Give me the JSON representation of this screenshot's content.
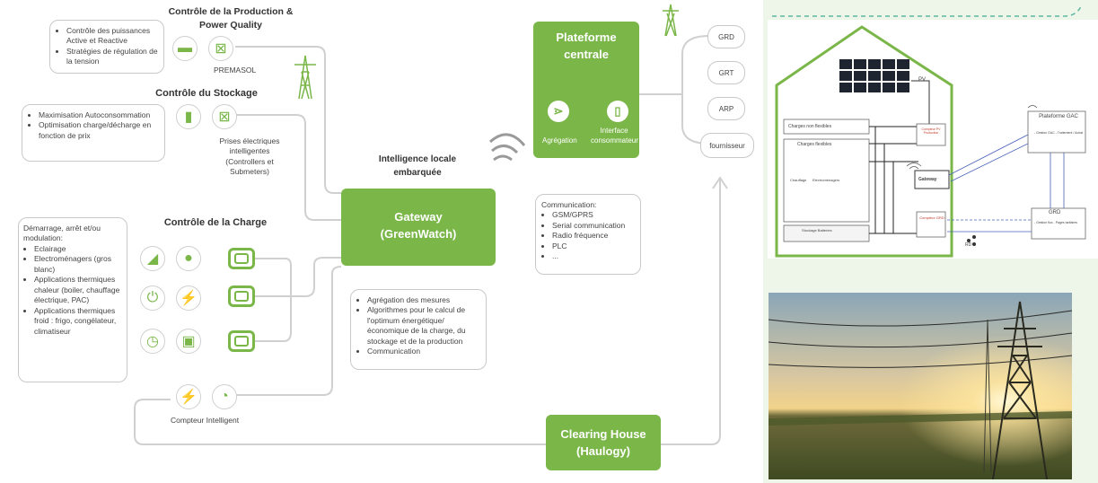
{
  "diagram": {
    "production": {
      "title": "Contrôle de la Production & Power Quality",
      "bullets": [
        "Contrôle des puissances Active et Reactive",
        "Stratégies de régulation de la tension"
      ],
      "label": "PREMASOL"
    },
    "storage": {
      "title": "Contrôle du Stockage",
      "bullets": [
        "Maximisation Autoconsommation",
        "Optimisation charge/décharge en fonction de prix"
      ],
      "label": "Prises électriques intelligentes (Controllers et Submeters)"
    },
    "load": {
      "title": "Contrôle de la Charge",
      "intro": "Démarrage, arrêt et/ou modulation:",
      "bullets": [
        "Eclairage",
        "Electroménagers (gros blanc)",
        "Applications thermiques chaleur (boiler, chauffage électrique, PAC)",
        "Applications thermiques froid : frigo, congélateur, climatiseur"
      ]
    },
    "intelligence": "Intelligence locale embarquée",
    "gateway": {
      "line1": "Gateway",
      "line2": "(GreenWatch)"
    },
    "platform": {
      "title": "Plateforme centrale",
      "aggregation": "Agrégation",
      "interface": "Interface consommateur"
    },
    "actors": [
      "GRD",
      "GRT",
      "ARP",
      "fournisseur"
    ],
    "communication": {
      "title": "Communication:",
      "bullets": [
        "GSM/GPRS",
        "Serial communication",
        "Radio fréquence",
        "PLC",
        "..."
      ]
    },
    "aggregation_box": {
      "bullets": [
        "Agrégation des mesures",
        "Algorithmes pour le calcul de l'optimum énergétique/ économique de la charge, du stockage et de la production",
        "Communication"
      ]
    },
    "meter": "Compteur Intelligent",
    "clearing": {
      "line1": "Clearing House",
      "line2": "(Haulogy)"
    }
  },
  "house": {
    "pv": "PV",
    "non_flexible": "Charges non flexibles",
    "flexible": "Charges flexibles",
    "chauffage": "Chauffage",
    "electromenager": "Electroménagers",
    "storage": "Stockage Batteries",
    "meter_pv": "Compteur PV Production",
    "gateway": "Gateway",
    "meter_grd": "Compteur GRD",
    "platform": "Plateforme GAC",
    "platform_sub": "- Gestion GAC - Traitement / Achat",
    "grd": "GRD",
    "grd_sub": "- Gestion flux - Pages tarifaires",
    "rd": "RD"
  },
  "colors": {
    "green": "#7ab648",
    "accent": "#5bb8a0"
  }
}
